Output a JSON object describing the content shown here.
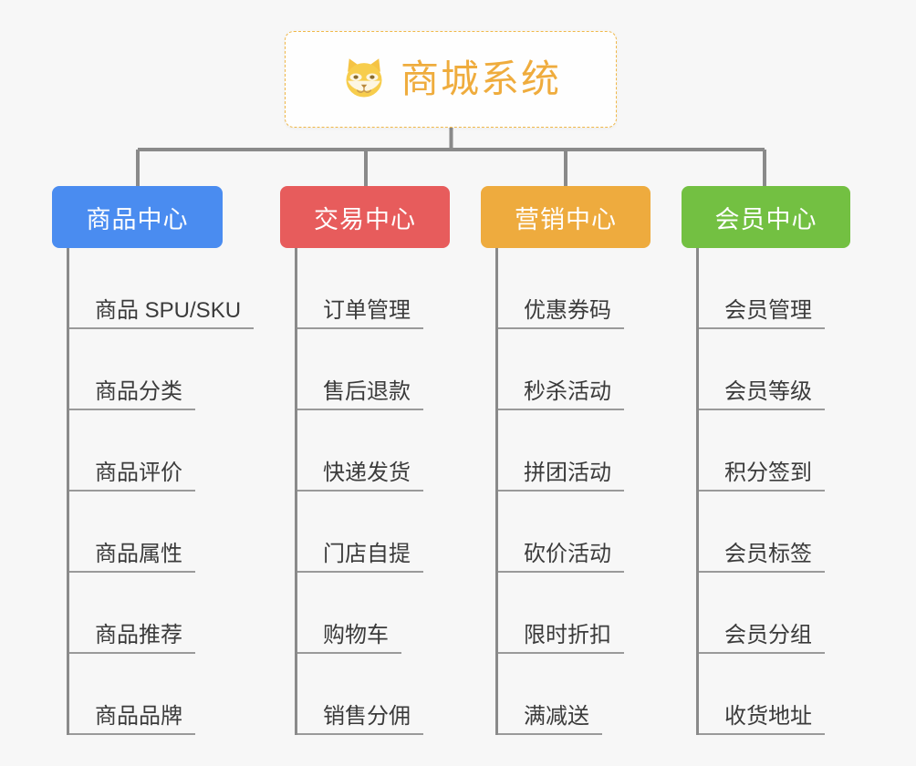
{
  "root": {
    "title": "商城系统",
    "icon": "shiba-dog-icon",
    "accent_color": "#efac3d",
    "border_color": "#f0b849",
    "background": "#fefefe"
  },
  "canvas": {
    "background_color": "#f7f7f7",
    "connector_color": "#8a8a8a"
  },
  "branches": [
    {
      "label": "商品中心",
      "color": "#4a8cf0",
      "items": [
        "商品 SPU/SKU",
        "商品分类",
        "商品评价",
        "商品属性",
        "商品推荐",
        "商品品牌"
      ]
    },
    {
      "label": "交易中心",
      "color": "#e75c5c",
      "items": [
        "订单管理",
        "售后退款",
        "快递发货",
        "门店自提",
        "购物车",
        "销售分佣"
      ]
    },
    {
      "label": "营销中心",
      "color": "#eeab3e",
      "items": [
        "优惠券码",
        "秒杀活动",
        "拼团活动",
        "砍价活动",
        "限时折扣",
        "满减送"
      ]
    },
    {
      "label": "会员中心",
      "color": "#73c042",
      "items": [
        "会员管理",
        "会员等级",
        "积分签到",
        "会员标签",
        "会员分组",
        "收货地址"
      ]
    }
  ]
}
